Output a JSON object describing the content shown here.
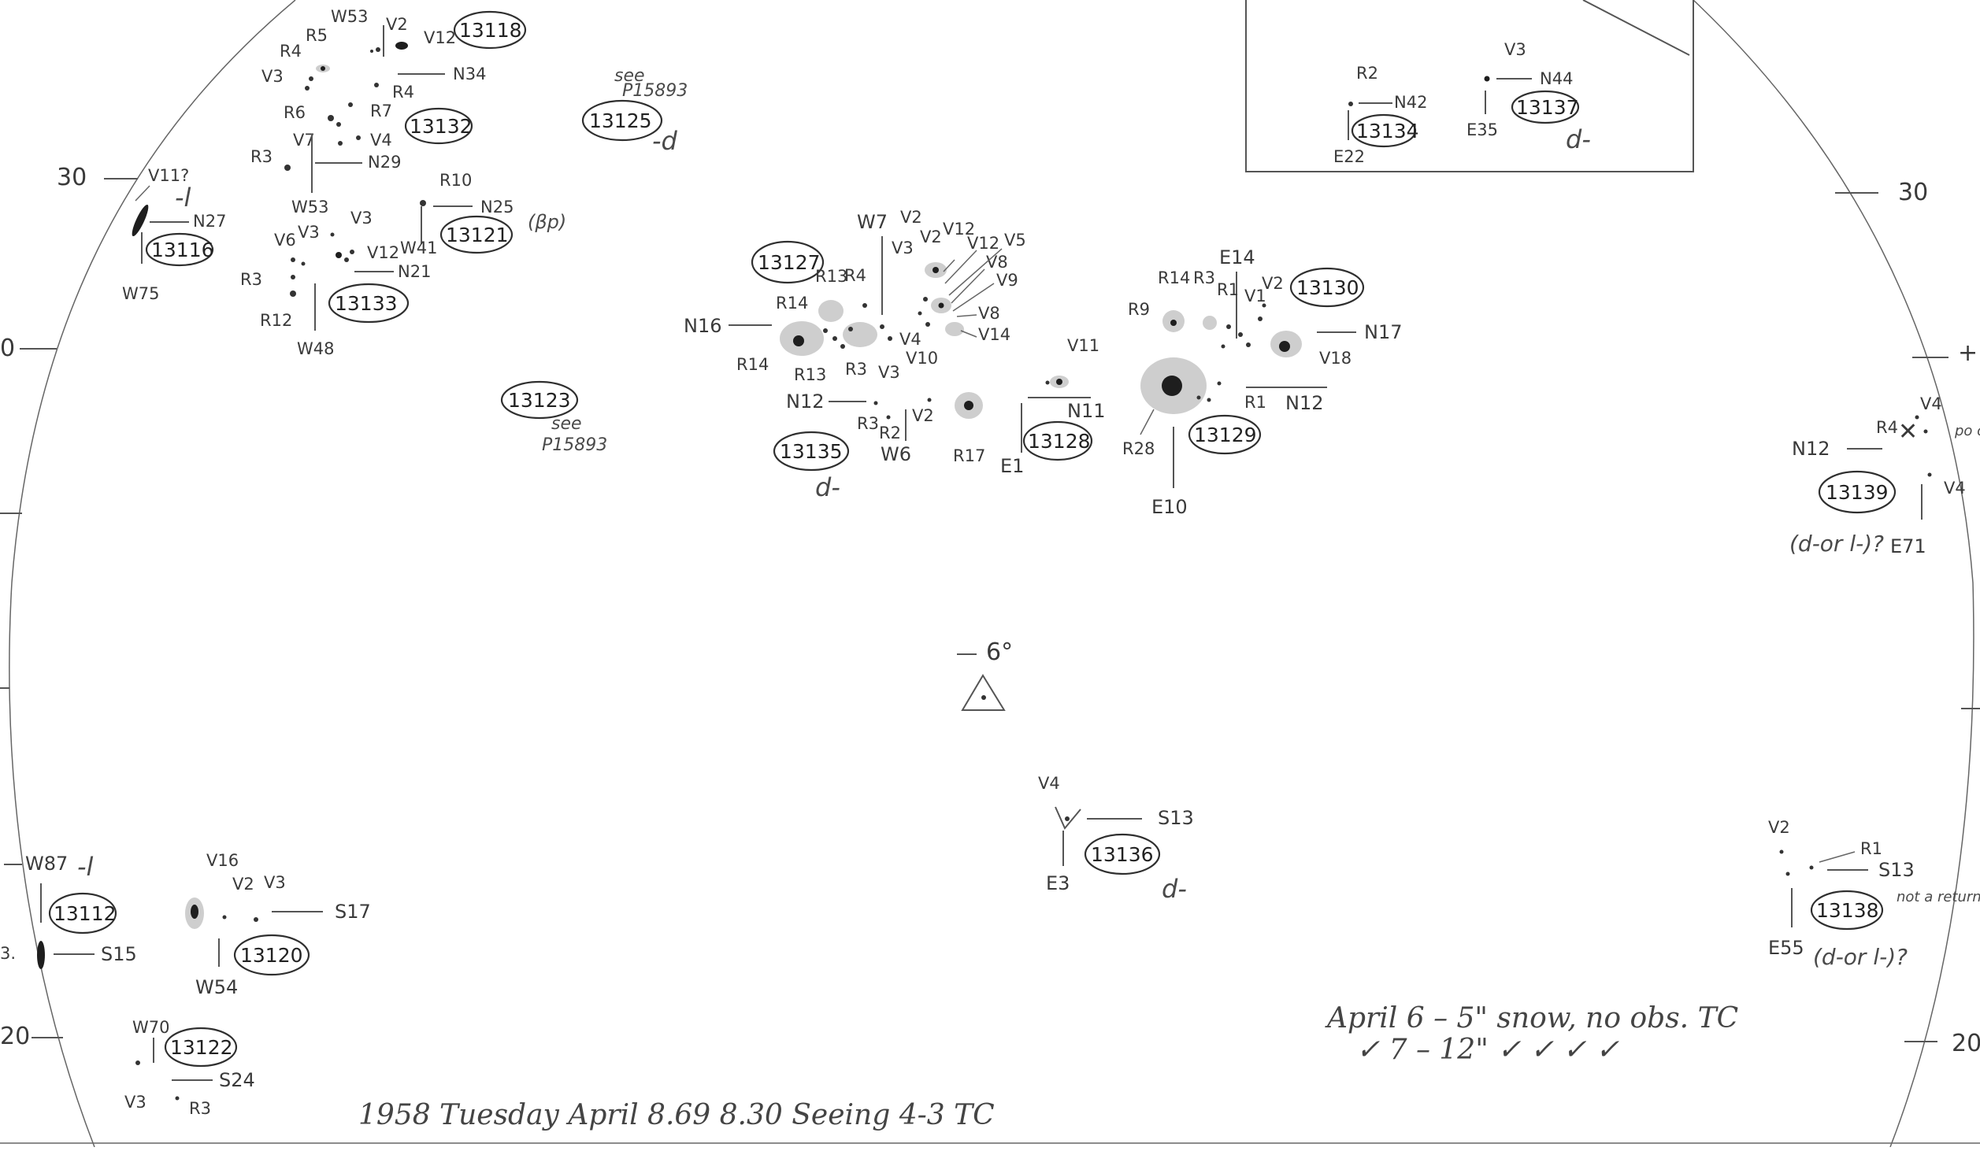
{
  "edge_ticks": {
    "left_30": "30",
    "left_0": "0",
    "left_20": "20",
    "left_cut": "3.",
    "right_30": "30",
    "right_plus": "+",
    "right_20": "20"
  },
  "center": {
    "label": "6°"
  },
  "regions": [
    {
      "id": "13118",
      "label": "13118"
    },
    {
      "id": "13132",
      "label": "13132"
    },
    {
      "id": "13125",
      "label": "13125"
    },
    {
      "id": "13116",
      "label": "13116"
    },
    {
      "id": "13121",
      "label": "13121"
    },
    {
      "id": "13133",
      "label": "13133"
    },
    {
      "id": "13127",
      "label": "13127"
    },
    {
      "id": "13130",
      "label": "13130"
    },
    {
      "id": "13123",
      "label": "13123"
    },
    {
      "id": "13128",
      "label": "13128"
    },
    {
      "id": "13129",
      "label": "13129"
    },
    {
      "id": "13135",
      "label": "13135"
    },
    {
      "id": "13134",
      "label": "13134"
    },
    {
      "id": "13137",
      "label": "13137"
    },
    {
      "id": "13139",
      "label": "13139"
    },
    {
      "id": "13136",
      "label": "13136"
    },
    {
      "id": "13112",
      "label": "13112"
    },
    {
      "id": "13120",
      "label": "13120"
    },
    {
      "id": "13122",
      "label": "13122"
    },
    {
      "id": "13138",
      "label": "13138"
    }
  ],
  "coords": {
    "n34": "N34",
    "n29": "N29",
    "n25": "N25",
    "n27": "N27",
    "n21": "N21",
    "w53a": "W53",
    "w53b": "W53",
    "w41": "W41",
    "w75": "W75",
    "w48": "W48",
    "n16": "N16",
    "w7": "W7",
    "n12a": "N12",
    "w6": "W6",
    "n11": "N11",
    "e1": "E1",
    "n17": "N17",
    "n12b": "N12",
    "e10": "E10",
    "e14": "E14",
    "n42": "N42",
    "e22": "E22",
    "n44": "N44",
    "e35": "E35",
    "n12c": "N12",
    "e71": "E71",
    "s13a": "S13",
    "e3": "E3",
    "w87": "W87",
    "s15": "S15",
    "s17": "S17",
    "w54": "W54",
    "w70": "W70",
    "s24": "S24",
    "s13b": "S13",
    "e55": "E55"
  },
  "spots": {
    "g13118": {
      "w53": "W53",
      "v2": "V2",
      "v12": "V12",
      "r5": "R5",
      "r4a": "R4",
      "v3": "V3",
      "r4b": "R4"
    },
    "g13132": {
      "r6": "R6",
      "r7": "R7",
      "v7": "V7",
      "v4": "V4",
      "r3": "R3"
    },
    "g13116": {
      "v11": "V11?"
    },
    "g13121": {
      "r10": "R10"
    },
    "g13133": {
      "v6": "V6",
      "v3a": "V3",
      "v3b": "V3",
      "v12": "V12",
      "r3": "R3",
      "r12": "R12"
    },
    "g13127": {
      "r13a": "R13",
      "r4": "R4",
      "r14a": "R14",
      "r14b": "R14",
      "r13b": "R13",
      "r3a": "R3",
      "v3a": "V3",
      "v4": "V4",
      "v10": "V10",
      "v2a": "V2",
      "v3b": "V3",
      "v2b": "V2",
      "v12": "V12",
      "v5": "V5",
      "v8a": "V8",
      "v9": "V9",
      "v8b": "V8",
      "v14": "V14",
      "r3b": "R3",
      "r2": "R2",
      "v2c": "V2",
      "r17": "R17",
      "v11": "V11"
    },
    "g13130": {
      "r14": "R14",
      "r3": "R3",
      "r1": "R1",
      "v1": "V1",
      "v2": "V2",
      "v18": "V18",
      "r1b": "R1",
      "r28": "R28",
      "r9": "R9"
    },
    "g13134": {
      "r2": "R2"
    },
    "g13137": {
      "v3": "V3"
    },
    "g13139": {
      "r4": "R4",
      "v4a": "V4",
      "v4b": "V4"
    },
    "g13136": {
      "v4": "V4"
    },
    "g13120": {
      "v16": "V16",
      "v2": "V2",
      "v3": "V3"
    },
    "g13122": {
      "v3": "V3",
      "r3": "R3"
    },
    "g13138": {
      "v2": "V2",
      "r1": "R1"
    }
  },
  "annotations": {
    "see1a": "see",
    "see1b": "P15893",
    "see2a": "see",
    "see2b": "P15893",
    "d13125": "-d",
    "d13116": "-l",
    "bp13121": "(βp)",
    "d13135": "d-",
    "d13137": "d-",
    "d13136": "d-",
    "d13112": "-l",
    "d13139": "(d-or l-)?",
    "d13138": "(d-or l-)?",
    "not_return": "not a return",
    "pos_trunc": "po of"
  },
  "notes": {
    "bottom": "1958  Tuesday  April 8.69   8.30  Seeing 4-3   TC",
    "april_line1": "April 6 – 5\" snow, no obs.  TC",
    "april_line2": "✓  7 – 12\"  ✓    ✓    ✓    ✓"
  }
}
